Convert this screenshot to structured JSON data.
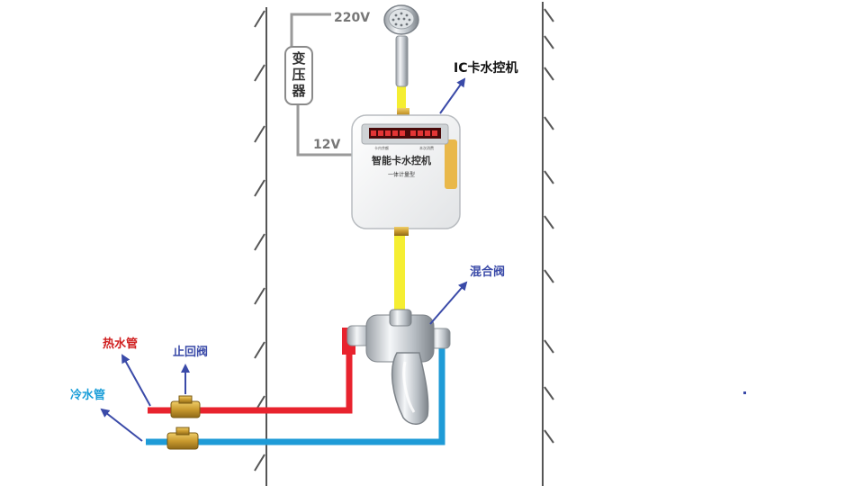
{
  "labels": {
    "voltage_in": "220V",
    "voltage_out": "12V",
    "transformer": [
      "变",
      "压",
      "器"
    ],
    "device": "IC卡水控机",
    "mixing_valve": "混合阀",
    "hot_pipe": "热水管",
    "check_valve": "止回阀",
    "cold_pipe": "冷水管"
  },
  "device_panel": {
    "title": "智能卡水控机",
    "subtitle": "一体计量型",
    "left_caption": "卡内余额",
    "right_caption": "本次消费"
  },
  "colors": {
    "hot_pipe": "#e8232e",
    "cold_pipe": "#1e9bd7",
    "shower_pipe": "#f5ee32",
    "pointer_arrow": "#3a4aa8",
    "label_blue": "#3a4aa8",
    "label_red": "#d02020",
    "label_cyan": "#1a9ed8",
    "label_gray": "#777777",
    "display": "#e43535"
  }
}
